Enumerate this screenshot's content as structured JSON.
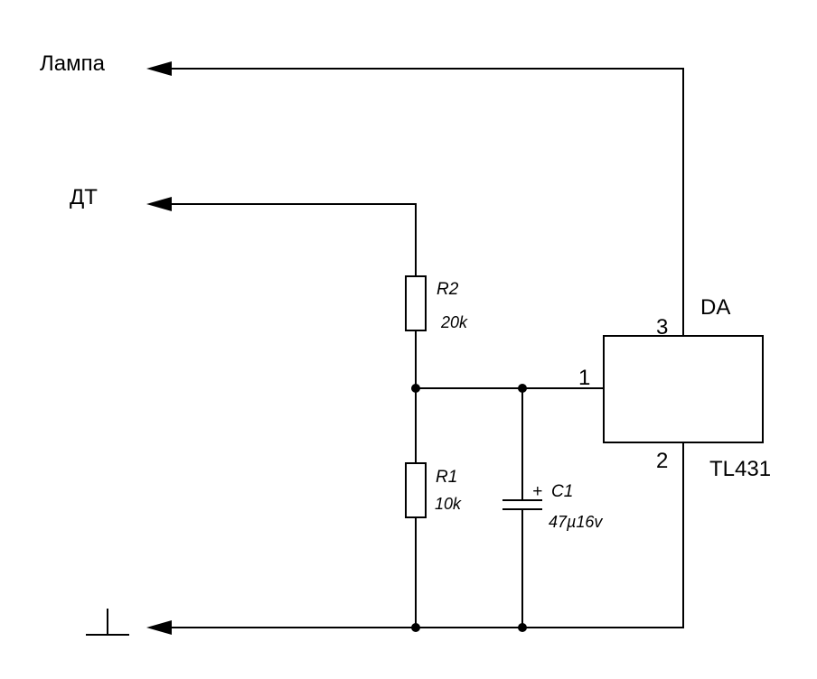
{
  "outputs": {
    "lamp": "Лампа",
    "dt": "ДТ",
    "ground": "⊥"
  },
  "ic": {
    "ref": "DA",
    "part": "TL431",
    "pin1": "1",
    "pin2": "2",
    "pin3": "3"
  },
  "r2": {
    "ref": "R2",
    "value": "20k"
  },
  "r1": {
    "ref": "R1",
    "value": "10k"
  },
  "c1": {
    "ref": "C1",
    "value": "47µ16v",
    "polarity": "+"
  }
}
